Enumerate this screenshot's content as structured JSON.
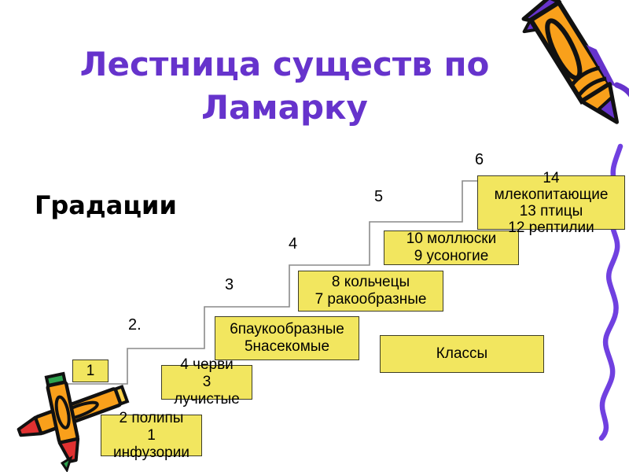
{
  "title": {
    "line1": "Лестница существ по",
    "line2": "Ламарку"
  },
  "gradations_label": "Градации",
  "step_labels": [
    "2.",
    "3",
    "4",
    "5",
    "6"
  ],
  "boxes": [
    {
      "name": "grade-1",
      "lines": [
        "1"
      ]
    },
    {
      "name": "polyps-infusoria",
      "lines": [
        "2 полипы",
        "1",
        "инфузории"
      ]
    },
    {
      "name": "worms-radiates",
      "lines": [
        "4 черви",
        "3",
        "лучистые"
      ]
    },
    {
      "name": "arachnids-insects",
      "lines": [
        "6паукообразные",
        "5насекомые"
      ]
    },
    {
      "name": "annelids-crustaceans",
      "lines": [
        "8 кольчецы",
        "7 ракообразные"
      ]
    },
    {
      "name": "mollusks-cirripedes",
      "lines": [
        "10 моллюски",
        "9 усоногие"
      ]
    },
    {
      "name": "mammals-birds-reptiles",
      "lines": [
        "14",
        "млекопитающие",
        "13 птицы",
        "12 рептилии"
      ]
    },
    {
      "name": "classes",
      "lines": [
        "Классы"
      ]
    }
  ],
  "icons": {
    "top_right": "pencil-icon",
    "bottom_left": "crayons-icon",
    "right_edge": "squiggle-line"
  },
  "colors": {
    "title_purple": "#6633CC",
    "squiggle_purple": "#7040E0",
    "box_fill": "#F2E65F",
    "box_border": "#3D3D26",
    "stair_line": "#8A8A8A",
    "pencil_orange": "#F9A01B",
    "crayon_red": "#E03131",
    "crayon_green": "#2EA44F",
    "text": "#000000"
  }
}
